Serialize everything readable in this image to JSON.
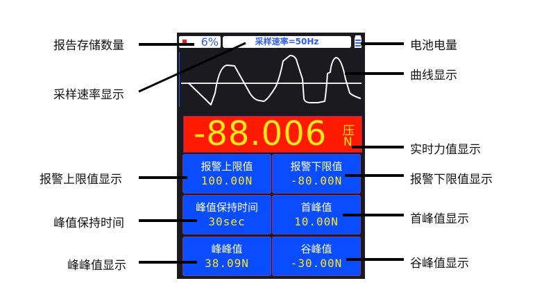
{
  "device": {
    "status_bar": {
      "report_storage": "6%",
      "sampling_rate": "采样速率=50Hz",
      "battery_icon": "battery-icon"
    },
    "realtime_force": {
      "value": "-88.006",
      "direction": "压",
      "unit": "N"
    },
    "cells": [
      {
        "label": "报警上限值",
        "value": "100.00N"
      },
      {
        "label": "报警下限值",
        "value": "-80.00N"
      },
      {
        "label": "峰值保持时间",
        "value": "30sec"
      },
      {
        "label": "首峰值",
        "value": "10.00N"
      },
      {
        "label": "峰峰值",
        "value": "38.09N"
      },
      {
        "label": "谷峰值",
        "value": "-30.00N"
      }
    ]
  },
  "annotations": {
    "left": [
      "报告存储数量",
      "采样速率显示",
      "报警上限值显示",
      "峰值保持时间",
      "峰峰值显示"
    ],
    "right": [
      "电池电量",
      "曲线显示",
      "实时力值显示",
      "报警下限值显示",
      "首峰值显示",
      "谷峰值显示"
    ]
  },
  "colors": {
    "device_bg": "#1b1b1f",
    "force_bg": "#ff1a00",
    "force_text": "#ffe81a",
    "cell_bg": "#0a4dff",
    "accent_blue": "#2b5cff"
  }
}
